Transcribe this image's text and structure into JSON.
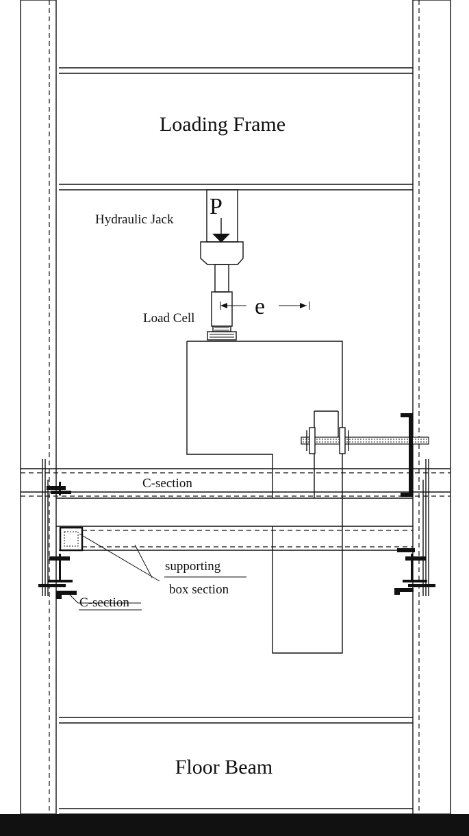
{
  "labels": {
    "loading_frame": "Loading Frame",
    "hydraulic_jack": "Hydraulic Jack",
    "load_symbol": "P",
    "load_cell": "Load Cell",
    "eccentricity": "e",
    "c_section_top": "C-section",
    "supporting": "supporting",
    "box_section": "box section",
    "c_section_bottom": "C-section",
    "floor_beam": "Floor Beam"
  },
  "colors": {
    "ink": "#111111",
    "background": "#ffffff"
  }
}
